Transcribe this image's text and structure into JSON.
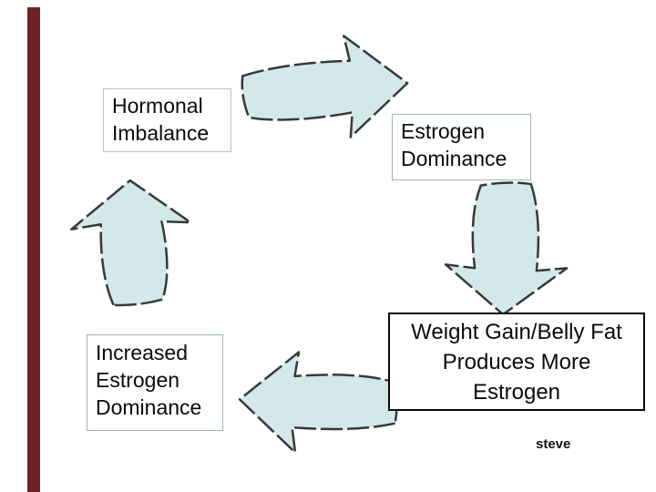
{
  "slide": {
    "background": "#ffffff",
    "accent_bar_color": "#6e2125"
  },
  "nodes": {
    "hormonal": {
      "lines": [
        "Hormonal",
        "Imbalance"
      ]
    },
    "estrogen": {
      "lines": [
        "Estrogen",
        "Dominance"
      ]
    },
    "weight": {
      "lines": [
        "Weight Gain/Belly Fat",
        "Produces More",
        "Estrogen"
      ]
    },
    "increased": {
      "lines": [
        "Increased",
        "Estrogen",
        "Dominance"
      ]
    }
  },
  "cycle": {
    "type": "cycle-diagram",
    "order": [
      "Hormonal Imbalance",
      "Estrogen Dominance",
      "Weight Gain/Belly Fat Produces More Estrogen",
      "Increased Estrogen Dominance"
    ],
    "arrow_fill": "#d2e8e9",
    "arrow_stroke": "#383838"
  },
  "watermark": {
    "text": "steve"
  }
}
